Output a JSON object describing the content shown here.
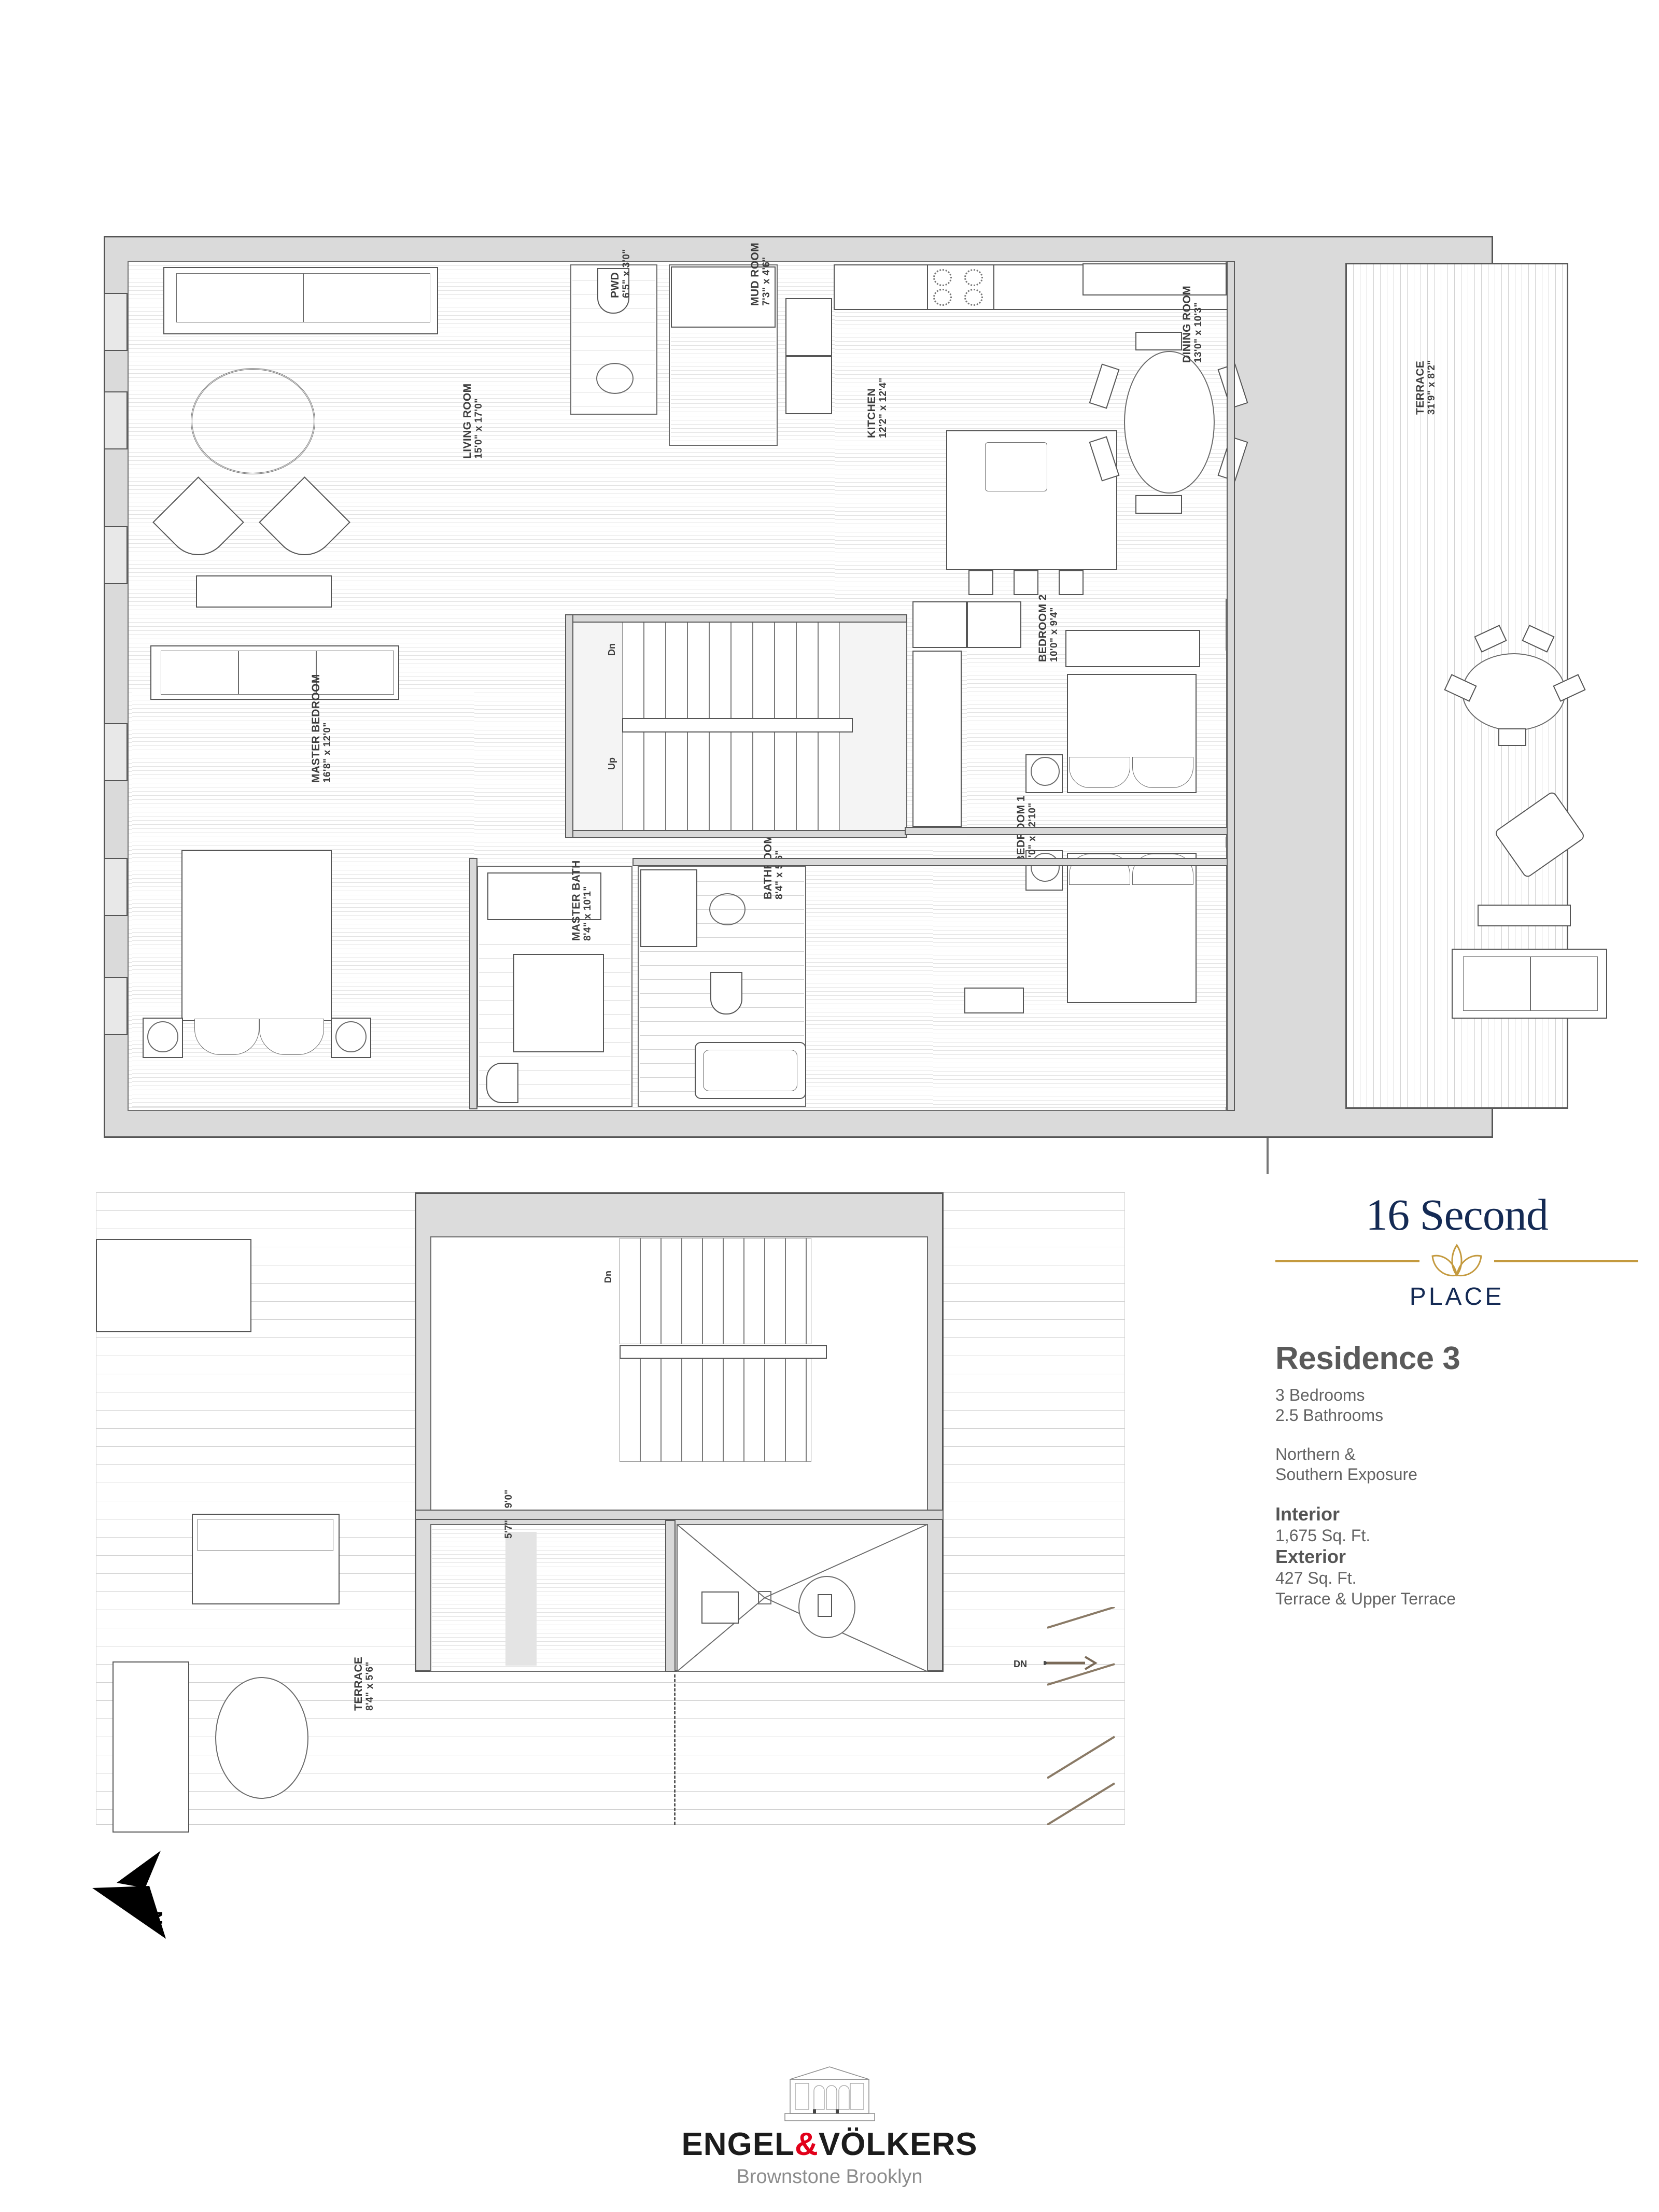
{
  "branding": {
    "name_line1": "16 Second",
    "name_line2": "PLACE",
    "leaf_icon": "lotus-leaf-icon",
    "navy": "#142a54",
    "gold": "#c49a3f"
  },
  "residence": {
    "title": "Residence 3",
    "bedrooms": "3 Bedrooms",
    "bathrooms": "2.5 Bathrooms",
    "exposure_line1": "Northern &",
    "exposure_line2": "Southern Exposure",
    "interior_label": "Interior",
    "interior_value": "1,675 Sq. Ft.",
    "exterior_label": "Exterior",
    "exterior_value": "427 Sq. Ft.",
    "exterior_note": "Terrace & Upper Terrace"
  },
  "upper_plan": {
    "rooms": [
      {
        "name": "LIVING ROOM",
        "dims": "15'0\" x 17'0\""
      },
      {
        "name": "PWD",
        "dims": "6'5\" x 3'0\""
      },
      {
        "name": "MUD ROOM",
        "dims": "7'3\" x 4'6\""
      },
      {
        "name": "KITCHEN",
        "dims": "12'2\" x 12'4\""
      },
      {
        "name": "DINING ROOM",
        "dims": "13'0\" x 10'3\""
      },
      {
        "name": "TERRACE",
        "dims": "31'9\" x 8'2\""
      },
      {
        "name": "BEDROOM 2",
        "dims": "10'0\" x 9'4\""
      },
      {
        "name": "BEDROOM 1",
        "dims": "8'0\" x 12'10\""
      },
      {
        "name": "MASTER BEDROOM",
        "dims": "16'8\" x 12'0\""
      },
      {
        "name": "MASTER BATH",
        "dims": "8'4\" x 10'1\""
      },
      {
        "name": "BATHROOM",
        "dims": "8'4\" x 5'6\""
      }
    ],
    "stair_down": "Dn",
    "stair_up": "Up"
  },
  "lower_plan": {
    "stair_down": "Dn",
    "exit_down": "DN",
    "terrace": {
      "name": "TERRACE",
      "dims": "8'4\" x 5'6\""
    },
    "upper_terrace_dims": "5'7\" x 9'0\""
  },
  "compass": {
    "label": "N",
    "icon": "north-arrow-icon"
  },
  "footer": {
    "brokerage_part1": "ENGEL",
    "brokerage_amp": "&",
    "brokerage_part2": "VÖLKERS",
    "office": "Brownstone Brooklyn",
    "building_icon": "brownstone-building-icon"
  }
}
